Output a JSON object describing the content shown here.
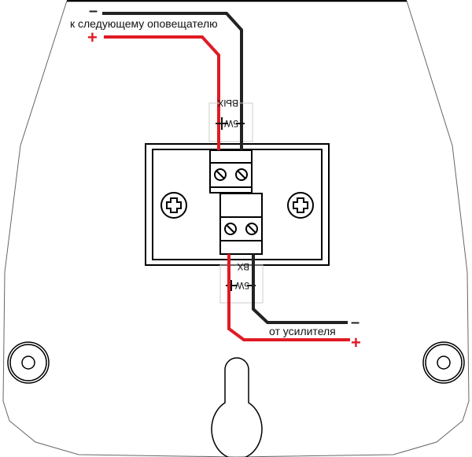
{
  "labels": {
    "to_next": "к следующему оповещателю",
    "from_amp": "от усилителя",
    "out_tag": "ВЫХ",
    "in_tag": "ВХ",
    "power_tag": "5W",
    "plus": "+",
    "minus": "–"
  },
  "colors": {
    "positive_wire": "#e01b24",
    "negative_wire": "#222222",
    "outline": "#000000"
  }
}
